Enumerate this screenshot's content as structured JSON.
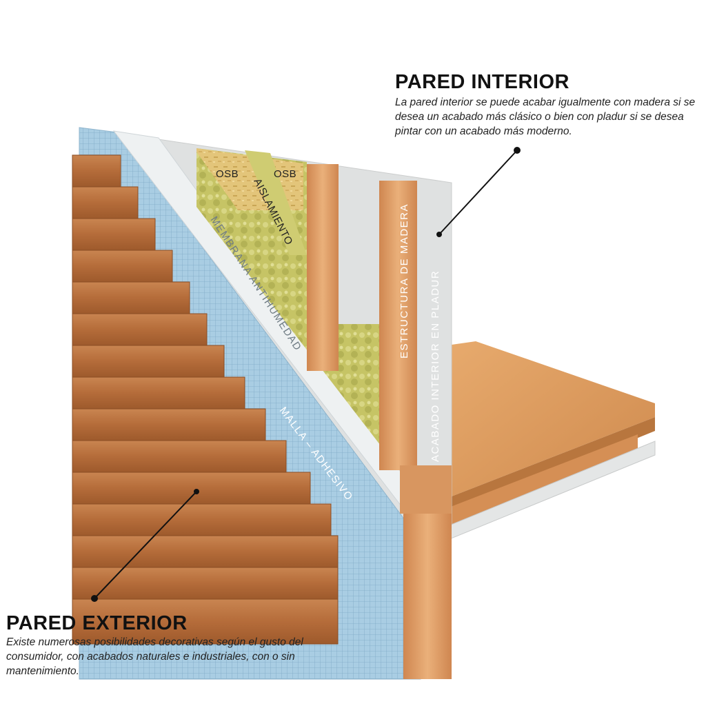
{
  "interior": {
    "title": "PARED INTERIOR",
    "description": "La pared interior se puede acabar igualmente con madera si se desea un acabado más clásico o bien con pladur si se desea pintar con un acabado más moderno."
  },
  "exterior": {
    "title": "PARED EXTERIOR",
    "description": "Existe numerosas posibilidades decorativas según el gusto del consumidor, con acabados naturales e industriales, con o sin mantenimiento."
  },
  "layers": {
    "osb_left": "OSB",
    "osb_right": "OSB",
    "insulation": "AISLAMIENTO",
    "membrane": "MEMBRANA ANTIHUMEDAD",
    "mesh": "MALLA – ADHESIVO",
    "structure": "ESTRUCTURA DE MADERA",
    "drywall": "ACABADO INTERIOR EN PLADUR"
  },
  "colors": {
    "wood_siding": "#b86f3c",
    "wood_light": "#e2a06a",
    "mesh_blue": "#a9cde3",
    "membrane_white": "#eef1f2",
    "insulation_green": "#c9c96a",
    "osb_yellow": "#e3c57a",
    "drywall_gray": "#dfe1e1",
    "floor_wood": "#dd9a5c"
  }
}
